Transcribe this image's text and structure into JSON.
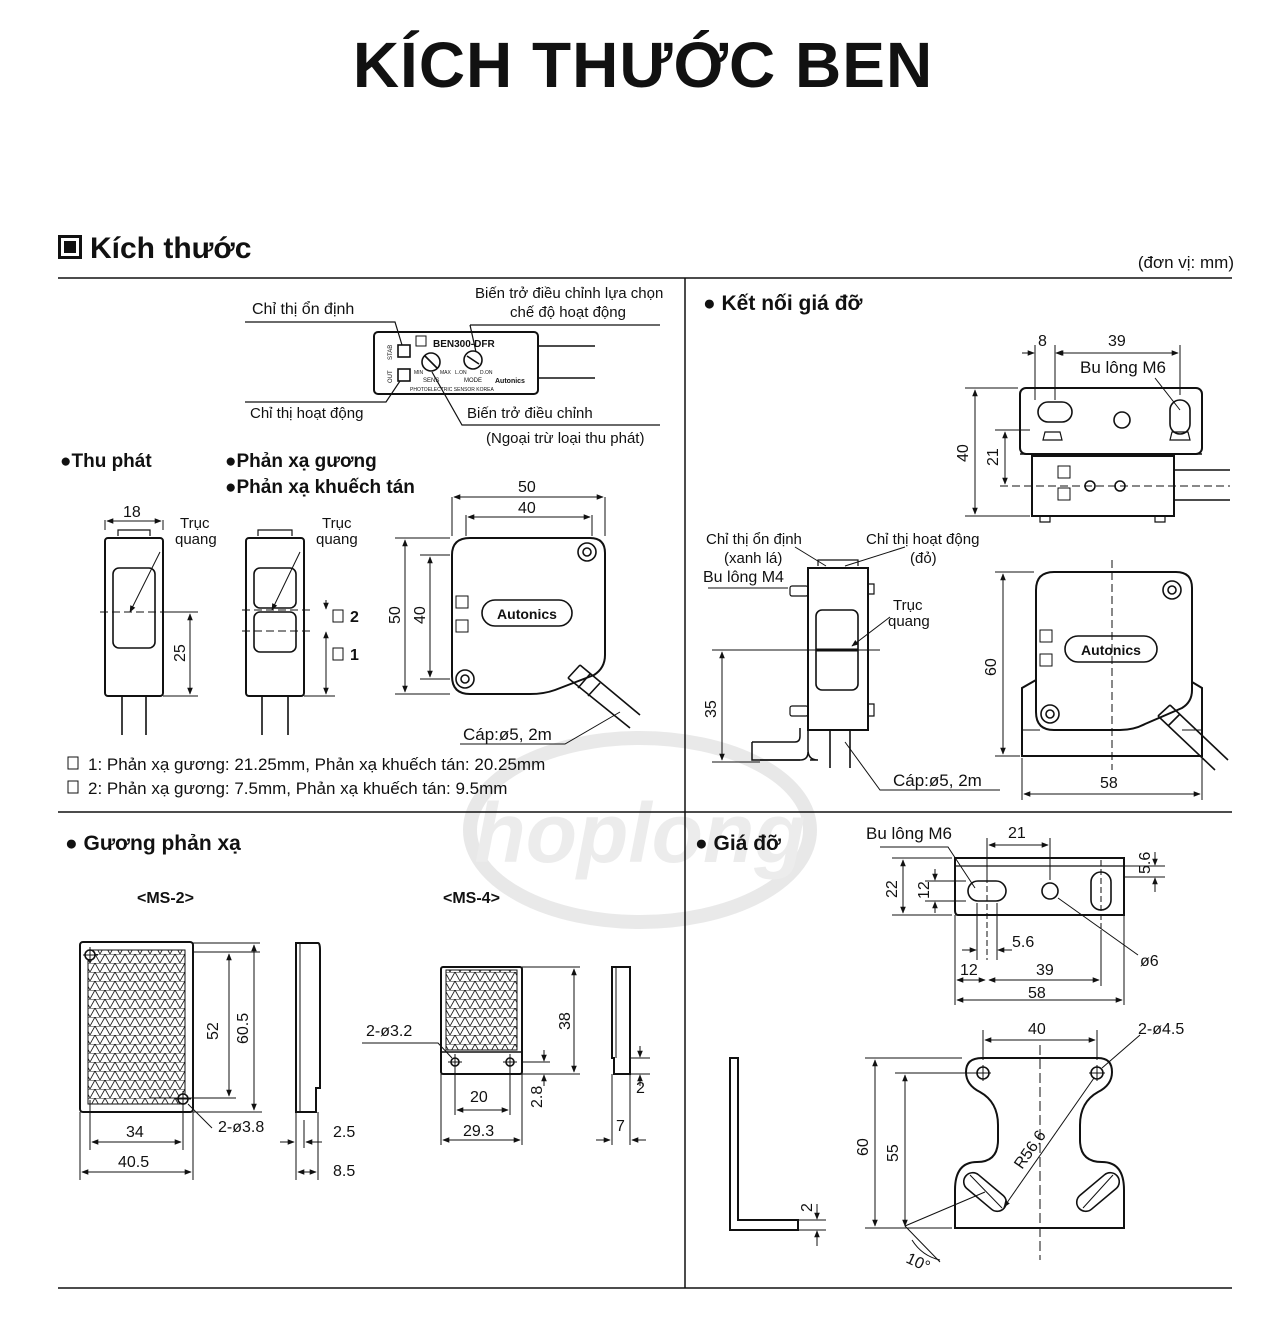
{
  "page": {
    "title": "KÍCH THƯỚC BEN",
    "section_title": "Kích thước",
    "unit": "(đơn vị: mm)",
    "watermark": "hoplong"
  },
  "top_left": {
    "front_panel": {
      "model": "BEN300-DFR",
      "brand": "Autonics",
      "stab": "STAB",
      "out": "OUT",
      "min": "MIN",
      "max": "MAX",
      "sens": "SENS",
      "lon": "L.ON",
      "don": "D.ON",
      "mode": "MODE",
      "footer": "PHOTOELECTRIC SENSOR KOREA",
      "callout_stability": "Chỉ thị ổn định",
      "callout_mode_l1": "Biến trở điều chỉnh lựa chọn",
      "callout_mode_l2": "chế độ hoạt động",
      "callout_operation": "Chỉ thị hoạt động",
      "callout_sens": "Biến trở điều chỉnh",
      "callout_sens_note": "(Ngoại trừ loại thu phát)"
    },
    "label_thru_beam": "●Thu phát",
    "label_mirror": "●Phản xạ gương",
    "label_diffuse": "●Phản xạ khuếch tán",
    "thru": {
      "width": "18",
      "axis_l1": "Trục",
      "axis_l2": "quang",
      "height": "25"
    },
    "refl": {
      "axis_l1": "Trục",
      "axis_l2": "quang",
      "mark2": "2",
      "mark1": "1"
    },
    "side": {
      "width_outer": "50",
      "width_inner": "40",
      "height_outer": "50",
      "height_inner": "40",
      "brand": "Autonics",
      "cable": "Cáp:ø5, 2m"
    },
    "note1": "1: Phản xạ gương: 21.25mm, Phản xạ khuếch tán: 20.25mm",
    "note2": "2: Phản xạ gương: 7.5mm, Phản xạ khuếch tán: 9.5mm"
  },
  "top_right": {
    "title": "● Kết nối giá đỡ",
    "top_view": {
      "d8": "8",
      "d39": "39",
      "bolt": "Bu lông M6",
      "d40": "40",
      "d21": "21"
    },
    "side_view": {
      "stab_l1": "Chỉ thị ổn định",
      "stab_l2": "(xanh lá)",
      "op_l1": "Chỉ thị hoạt động",
      "op_l2": "(đỏ)",
      "bolt": "Bu lông M4",
      "axis_l1": "Trục",
      "axis_l2": "quang",
      "d35": "35",
      "cable": "Cáp:ø5, 2m"
    },
    "front_view": {
      "d60": "60",
      "d58": "58",
      "brand": "Autonics"
    }
  },
  "bottom_left": {
    "title": "● Gương phản xạ",
    "ms2": {
      "name": "<MS-2>",
      "d52": "52",
      "d60_5": "60.5",
      "d34": "34",
      "d40_5": "40.5",
      "holes": "2-ø3.8",
      "d2_5": "2.5",
      "d8_5": "8.5"
    },
    "ms4": {
      "name": "<MS-4>",
      "holes": "2-ø3.2",
      "d38": "38",
      "d20": "20",
      "d29_3": "29.3",
      "d2_8": "2.8",
      "d2": "2",
      "d7": "7"
    }
  },
  "bottom_right": {
    "title": "● Giá đỡ",
    "top_view": {
      "bolt": "Bu lông M6",
      "d21": "21",
      "d5_6a": "5.6",
      "d22": "22",
      "d12v": "12",
      "d5_6b": "5.6",
      "d12": "12",
      "d39": "39",
      "d58": "58",
      "dia6": "ø6"
    },
    "plate": {
      "d40": "40",
      "holes": "2-ø4.5",
      "d60": "60",
      "d55": "55",
      "r": "R56.6",
      "angle": "10°",
      "d2": "2"
    }
  }
}
